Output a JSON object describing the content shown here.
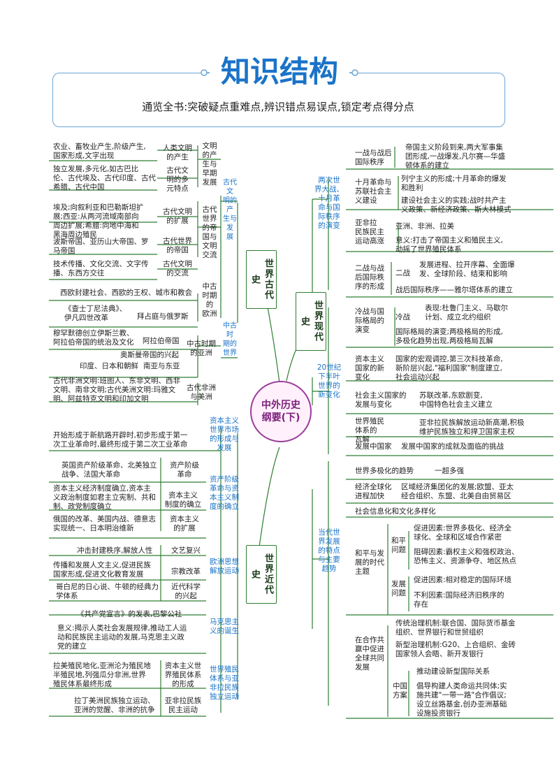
{
  "header": {
    "title": "知识结构",
    "subtitle": "通览全书:突破疑点重难点,辨识错点易误点,锁定考点得分点"
  },
  "center": "中外历史\n纲要(下)",
  "sections": {
    "ancient": "世界古代史",
    "medieval": "世界近代史",
    "modern": "世界现代史"
  },
  "ancient": {
    "g1": "古代文\n明的产\n生与发\n展",
    "g1a": "文明\n的产\n生与\n早期\n发展",
    "g1b": "古代\n世界\n的帝\n国与\n文明\n交流",
    "r1": "人类文明\n的产生",
    "r1d": "农业、畜牧业产生,阶级产生,\n国家形成,文字出现",
    "r2": "古代文\n明的多\n元特点",
    "r2d": "独立发展,多元化,如古巴比\n伦、古代埃及、古代印度、古代\n希腊、古代中国",
    "r3": "古代文明\n的扩展",
    "r3d": "埃及;向叙利亚和巴勒斯坦扩\n展;西亚:从两河流域南部向\n周边扩展;希腊:向地中海和\n黑海周边殖民",
    "r4": "古代世界\n的帝国",
    "r4d": "波斯帝国、亚历山大帝国、罗\n马帝国",
    "r5": "古代文明\n的交流",
    "r5d": "技术传播、文化交流、文字传\n播、东西方交往",
    "g2": "中古时\n期的\n世界",
    "m1": "中古\n时期\n的\n欧洲",
    "m1d": "西欧封建社会、西欧的王权、城市和教会",
    "m1e": "《查士丁尼法典》、\n伊凡四世改革",
    "m1f": "拜占庭与俄罗斯",
    "m2": "中古时期\n的亚洲",
    "m2d": "穆罕默德创立伊斯兰教、\n阿拉伯帝国的统治及文化",
    "m2e": "阿拉伯帝国",
    "m2f": "奥斯曼帝国的兴起",
    "m2g": "印度、日本和朝鲜",
    "m2h": "南亚与东亚",
    "m3": "古代非洲\n与美洲",
    "m3d": "古代非洲文明:班图人、东非文明、西非\n文明、南非文明;古代美洲文明:玛雅文\n明、阿兹特克文明和印加文明"
  },
  "medieval": {
    "c1": "资本主义\n世界市场\n的形成与\n发展",
    "c1d": "开始形成于新航路开辟时,初步形成于第一\n次工业革命时,最终形成于第二次工业革命",
    "c2": "资产阶级\n革命与资\n本主义制\n度的确立",
    "c2a": "资产阶级\n革命",
    "c2ad": "英国资产阶级革命、北美独立\n战争、法国大革命",
    "c2b": "资本主义\n制度的确立",
    "c2bd": "资本主义经济制度确立,资本主\n义政治制度如君主立宪制、共和\n制、政党制度确立",
    "c2c": "资本主义\n的扩展",
    "c2cd": "俄国的改革、美国内战、德意志\n实现统一、日本明治维新",
    "c3": "欧洲思想\n解放运动",
    "c3a": "文艺复兴",
    "c3ad": "冲击封建秩序,解放人性",
    "c3b": "宗教改革",
    "c3bd": "传播和发展人文主义,促进民族\n国家形成,促进文化教育发展",
    "c3c": "近代科学\n的兴起",
    "c3cd": "哥白尼的日心说、牛顿的经典力\n学体系",
    "c4": "马克思主\n义的诞生",
    "c4d": "《共产党宣言》的发表,巴黎公社",
    "c4e": "意义:揭示人类社会发展规律,推动工人运\n动和民族民主运动的发展,马克思主义政\n党的建立",
    "c5": "世界殖民\n体系与亚\n非拉民族\n独立运动",
    "c5a": "资本主义世\n界殖民体系\n的形成",
    "c5ad": "拉美殖民地化,亚洲沦为殖民地\n半殖民地,列强瓜分非洲,世界\n殖民体系最终形成",
    "c5b": "亚非拉民族\n民主运动",
    "c5bd": "拉丁美洲民族独立运动、\n亚洲的觉醒、非洲的抗争"
  },
  "modern": {
    "p1": "两次世\n界大战、\n十月革\n命与国\n际秩序\n的演变",
    "p1a": "一战与战后\n国际秩序",
    "p1ad": "帝国主义阶段到来,两大军事集\n团形成,一战爆发,凡尔赛—华盛\n顿体系的建立",
    "p1b": "十月革命与\n苏联社会主\n义建设",
    "p1bd": "列宁主义的形成;十月革命的爆发\n和胜利",
    "p1be": "建设社会主义的实践;战时共产主\n义政策、新经济政策、斯大林模式",
    "p1c": "亚非拉\n民族民主\n运动高涨",
    "p1cd": "亚洲、非洲、拉美",
    "p1ce": "意义:打击了帝国主义和殖民主义,\n动摇了世界殖民体系",
    "p1d": "二战与战\n后国际秩\n序的形成",
    "p1dx": "二战",
    "p1dd": "发展进程、拉开序幕、全面爆\n发、全球阶段、结束和影响",
    "p1de": "战后国际秩序——雅尔塔体系的建立",
    "p2": "20世纪\n下半叶\n世界的\n新变化",
    "p2a": "冷战与国\n际格局的\n演变",
    "p2ax": "冷战",
    "p2ad": "表现:杜鲁门主义、马歇尔\n计划、成立北约组织",
    "p2ae": "国际格局的演变;两极格局的形成,\n多极化趋势出现,两极格局瓦解",
    "p2b": "资本主义\n国家的新\n变化",
    "p2bd": "国家的宏观调控,第三次科技革命,\n新阶层兴起,\"福利国家\"制度建立,\n社会运动兴起",
    "p2c": "社会主义国家的\n发展与变化",
    "p2cd": "苏联改革,东欧剧变,\n中国特色社会主义建立",
    "p2d": "世界殖民\n体系的\n瓦解",
    "p2dd": "亚非拉民族解放运动新高潮,积极\n维护民族独立和捍卫国家主权",
    "p2e": "发展中国家",
    "p2ed": "发展中国家的成就及面临的挑战",
    "p3": "当代世\n界发展\n的特点\n与主要\n趋势",
    "p3a": "世界多极化的趋势",
    "p3ad": "一超多强",
    "p3b": "经济全球化\n进程加快",
    "p3bd": "区域经济集团化的发展;欧盟、亚太\n经合组织、东盟、北美自由贸易区",
    "p3c": "社会信息化和文化多样化",
    "p3d": "和平与发\n展的时代\n主题",
    "p3dx": "和平\n问题",
    "p3dd": "促进因素:世界多极化、经济全\n球化、全球和区域合作紧密",
    "p3de": "阻碍因素:霸权主义和强权政治、\n恐怖主义、资源争夺、地区热点",
    "p3dy": "发展\n问题",
    "p3df": "促进因素:相对稳定的国际环境",
    "p3dg": "不利因素:国际经济旧秩序的\n存在",
    "p3e": "在合作共\n赢中促进\n全球共同\n发展",
    "p3ed": "传统治理机制:联合国、国际货币基金\n组织、世界银行和世贸组织",
    "p3ee": "新型治理机制:G20、上合组织、金砖\n国家领人会晤、新开发银行",
    "p3ex": "中国\n方案",
    "p3ef": "推动建设新型国际关系",
    "p3eg": "倡导构建人类命运共同体;实\n施共建\"一带一路\"合作倡议;\n设立丝路基金,创办亚洲基础\n设施投资银行"
  }
}
